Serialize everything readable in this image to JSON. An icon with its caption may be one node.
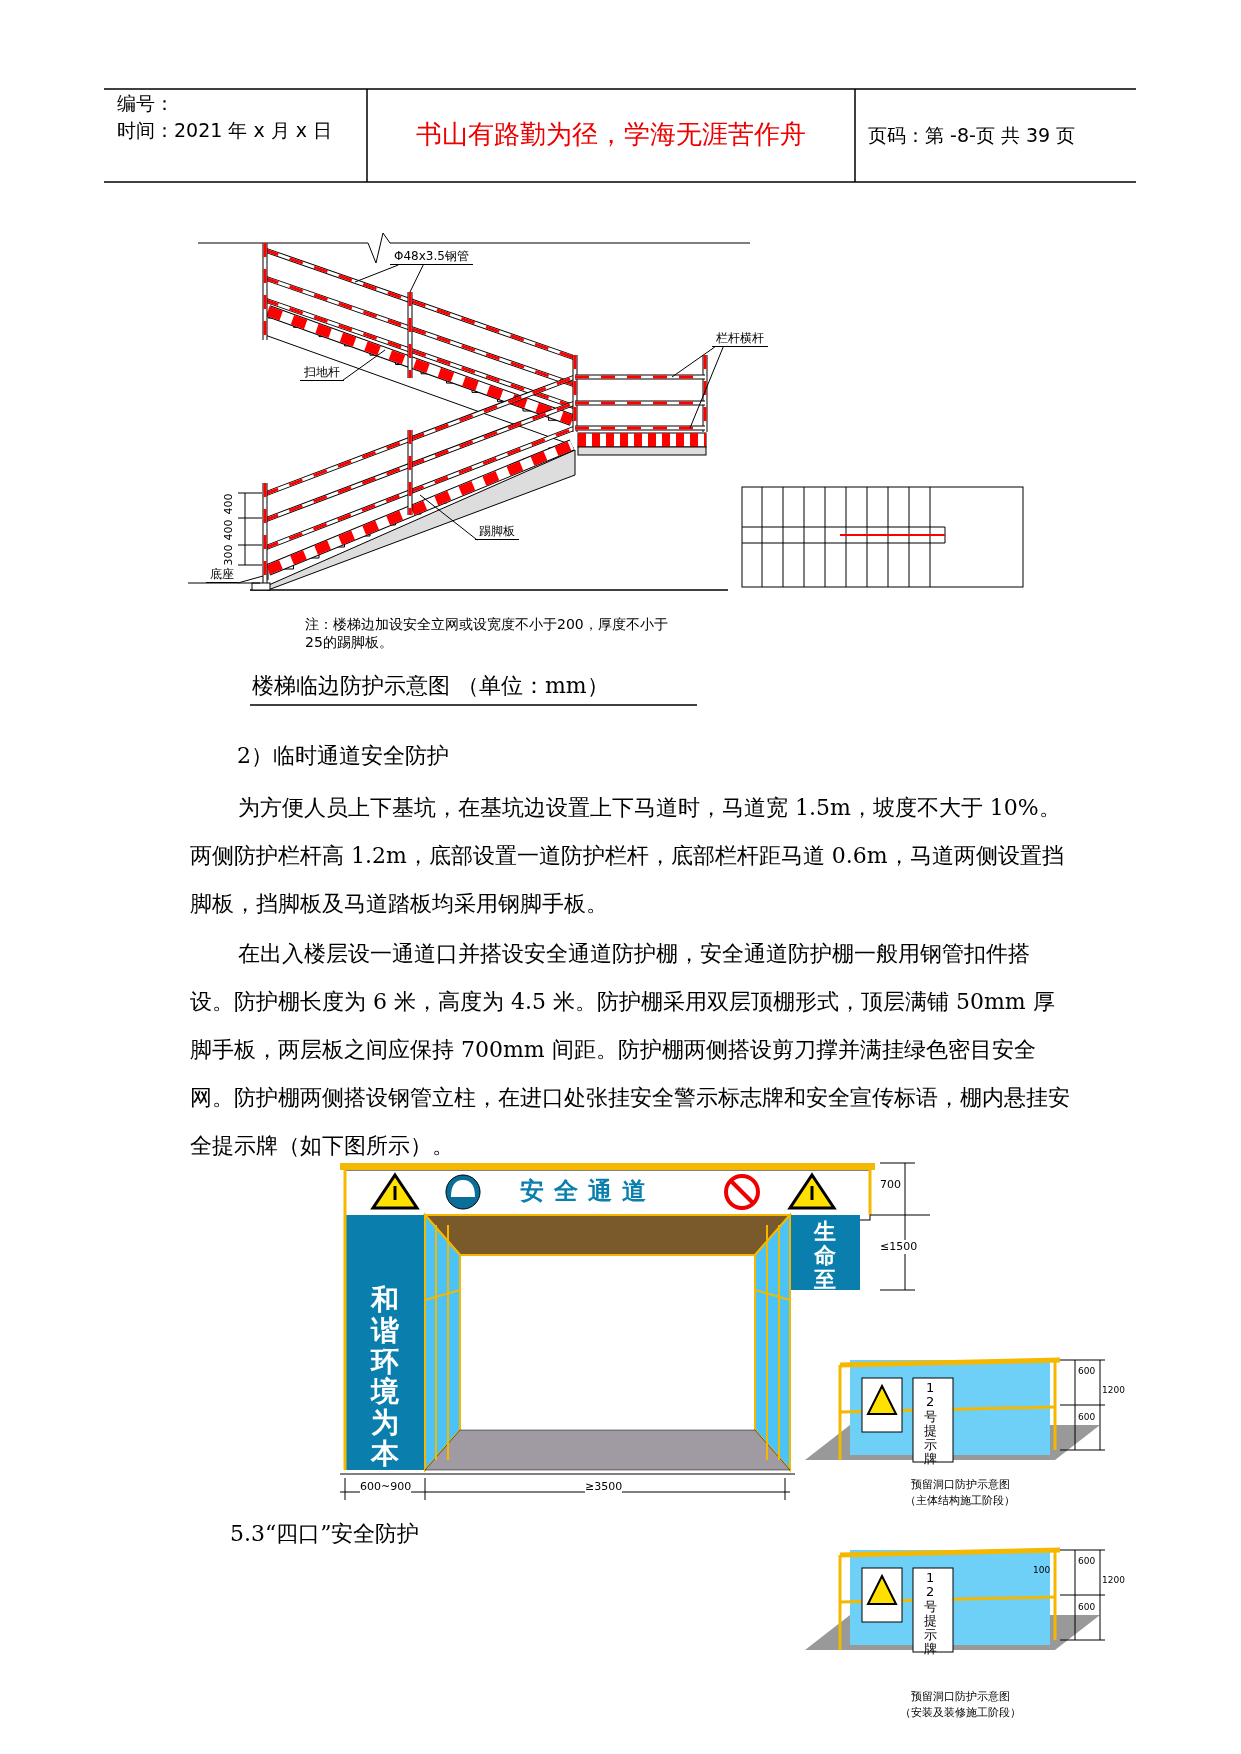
{
  "diagram": {
    "nodes": [
      {
        "text": [
          "Φ48x3.5钢管"
        ]
      },
      {
        "text": [
          "栏杆横杆"
        ]
      },
      {
        "text": [
          "扫地杆"
        ]
      },
      {
        "text": [
          "踢脚板"
        ]
      },
      {
        "text": [
          "底座"
        ]
      }
    ],
    "edges": [
      {
        "from": 0,
        "to": null,
        "arrow": "none"
      },
      {
        "from": 0,
        "to": null,
        "arrow": "none"
      },
      {
        "from": 1,
        "to": null,
        "arrow": "none"
      },
      {
        "from": 1,
        "to": null,
        "arrow": "none"
      },
      {
        "from": 2,
        "to": null,
        "arrow": "none"
      },
      {
        "from": 3,
        "to": null,
        "arrow": "none"
      },
      {
        "from": 4,
        "to": null,
        "arrow": "none"
      }
    ],
    "labels": [
      "编号：",
      "时间：2021 年 x 月 x 日",
      "书山有路勤为径，学海无涯苦作舟",
      "页码：第 -8-页 共 39 页",
      "400",
      "400",
      "300",
      "注：楼梯边加设安全立网或设宽度不小于200，厚度不小于25的踢脚板。",
      "楼梯临边防护示意图 （单位：mm）",
      "2）临时通道安全防护",
      "为方便人员上下基坑，在基坑边设置上下马道时，马道宽 1.5m，坡度不大于 10%。两侧防护栏杆高 1.2m，底部设置一道防护栏杆，底部栏杆距马道 0.6m，马道两侧设置挡脚板，挡脚板及马道踏板均采用钢脚手板。",
      "在出入楼层设一通道口并搭设安全通道防护棚，安全通道防护棚一般用钢管扣件搭设。防护棚长度为 6 米，高度为 4.5 米。防护棚采用双层顶棚形式，顶层满铺 50mm 厚脚手板，两层板之间应保持 700mm 间距。防护棚两侧搭设剪刀撑并满挂绿色密目安全网。防护棚两侧搭设钢管立柱，在进口处张挂安全警示标志牌和安全宣传标语，棚内悬挂安全提示牌（如下图所示）。",
      "安全通道",
      "和谐环境为本",
      "生命至",
      "700",
      "≤1500",
      "600~900",
      "≥3500",
      "12号提示牌",
      "600",
      "600",
      "1200",
      "预留洞口防护示意图",
      "（主体结构施工阶段）",
      "5.3“四口”安全防护",
      "12号提示牌",
      "100",
      "600",
      "600",
      "1200",
      "预留洞口防护示意图",
      "（安装及装修施工阶段）"
    ]
  }
}
